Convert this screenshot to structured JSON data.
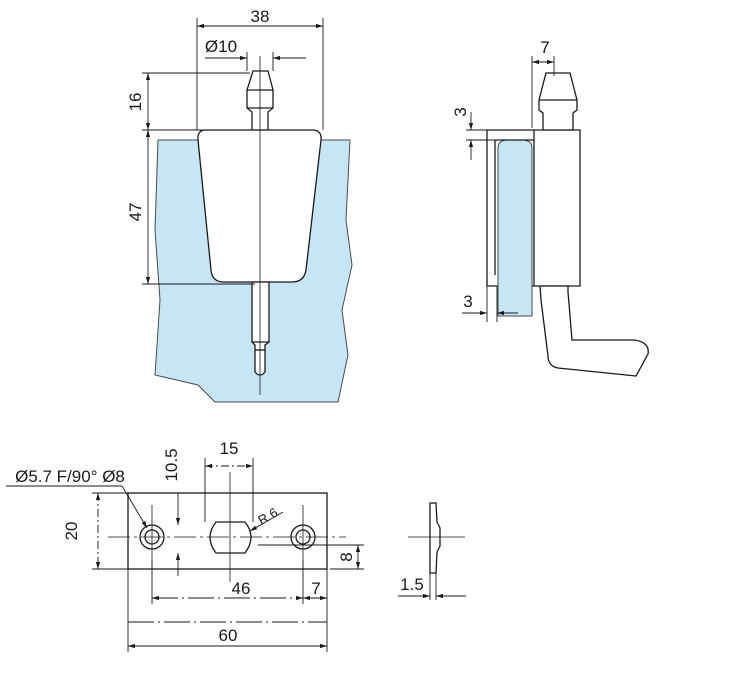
{
  "colors": {
    "glass": "#c6e6f5",
    "line": "#1a1a1a",
    "background": "#ffffff"
  },
  "front_view": {
    "dims": {
      "width": "38",
      "pin_diameter": "Ø10",
      "pin_height": "16",
      "body_height": "47"
    }
  },
  "side_view": {
    "dims": {
      "pin_width": "7",
      "top_gap": "3",
      "bottom_gap": "3"
    }
  },
  "plate_view": {
    "hole_label": "Ø5.7 F/90° Ø8",
    "dims": {
      "slot_width": "15",
      "slot_offset": "10.5",
      "plate_height": "20",
      "slot_radius": "R 6",
      "slot_height": "8",
      "hole_spacing": "46",
      "hole_edge": "7",
      "plate_length": "60"
    }
  },
  "thickness_view": {
    "dims": {
      "thickness": "1.5"
    }
  }
}
